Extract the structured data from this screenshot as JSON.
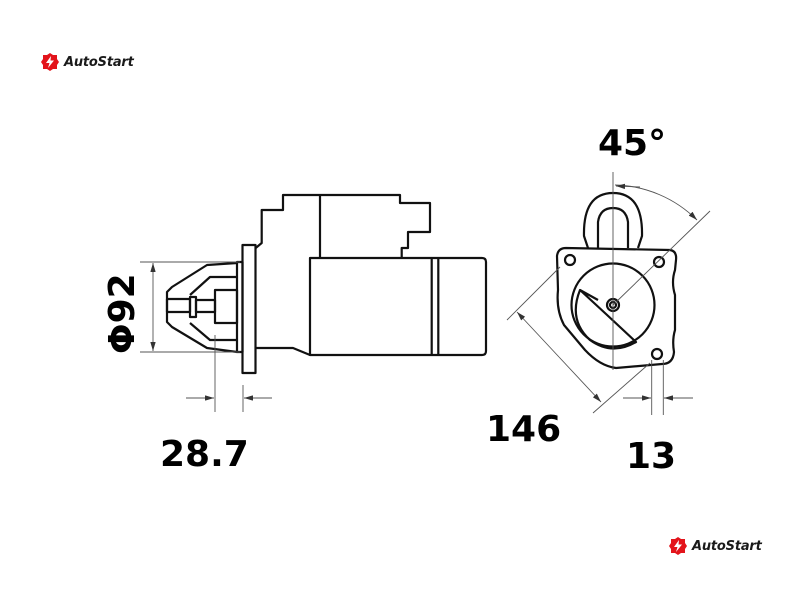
{
  "brand": {
    "top_logo_text": "AutoStart",
    "bottom_logo_text": "AutoStart",
    "accent_color": "#e3141b"
  },
  "dimensions": {
    "diameter": "Φ92",
    "flange_offset": "28.7",
    "angle": "45°",
    "mount_span": "146",
    "hole_offset": "13"
  }
}
